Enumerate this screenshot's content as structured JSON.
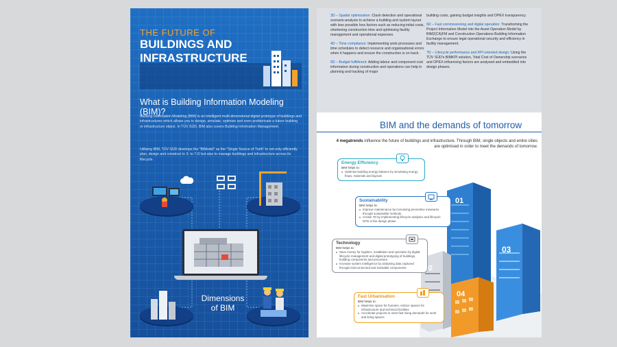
{
  "left": {
    "title": {
      "line1": "THE  FUTURE OF",
      "line2": "BUILDINGS AND",
      "line3": "INFRASTRUCTURE"
    },
    "heading": "What is Building Information Modeling (BIM)?",
    "para1": "Building Information Modeling (BIM)  is an intelligent multi-dimensional digital prototype of buildings and infrastructures which allows you to design, simulate, optimise and even prefabricate a future building or infrastructure object. In TÜV SÜD, BIM also covers Building Information Management.",
    "para2": "Utilising BIM, TÜV SÜD develops the \"BIModel\" as the \"Single Source of Truth\" to not only efficiently plan, design and construct in 3- to 7-D but also to manage buildings and infrastructure across its lifecycle.",
    "dimensions_line1": "Dimensions",
    "dimensions_line2": "of BIM"
  },
  "right": {
    "col1": [
      {
        "key": "3D",
        "label": "Spatial optimisation:",
        "text": "Clash detection and operational scenario-analysis to achieve a building and system layout with less possible loss factors such as reducing initial costs, shortening construction time and optimising facility management and operational expenses."
      },
      {
        "key": "4D",
        "label": "Time compliance:",
        "text": "Implementing work processes and time schedules to detect resource and organisational errors when it happens and ensure the construction is on track."
      },
      {
        "key": "5D",
        "label": "Budget fulfillment:",
        "text": "Adding labour and component cost information during construction and operations can help in planning and tracking of major"
      }
    ],
    "col2_lead": "building costs, gaining budget insights and OPEX transparency.",
    "col2": [
      {
        "key": "6D",
        "label": "Fast commissioning and digital operation:",
        "text": "Transforming the Project Information Model into the Asset Operation Model by BIM2(CA)FM and Construction Operations Building Information Exchange to ensure legal operational security and efficiency in facility management."
      },
      {
        "key": "7D",
        "label": "Lifecycle performance and KPI-oriented design:",
        "text": "Using the TÜV SÜD's BIMKPI solution, Total Cost of Ownership scenarios and OPEX-influencing factors are analysed and embedded into design phases."
      }
    ],
    "bim_title": "BIM and the demands of tomorrow",
    "intro_bold": "4 megatrends",
    "intro_rest": " influence the future of buildings and infrastructure. Through BIM, single objects and entire cities are optimised in order to meet the demands of tomorrow.",
    "cards": [
      {
        "title": "Energy Efficiency",
        "help": "BIM helps to:",
        "items": [
          "Optimise building energy balance by simulating energy flows, materials and layouts"
        ]
      },
      {
        "title": "Sustainability",
        "help": "BIM helps to:",
        "items": [
          "Improve maintenance by increasing preventive measures through sustainable methods",
          "Create 7D by implementing lifecycle analytics and lifecycle KPIs in the design phase"
        ]
      },
      {
        "title": "Technology",
        "help": "BIM helps to:",
        "items": [
          "Save money for logistics, installation and operation by digital lifecycle management and digital prototyping of buildings, building components and processes",
          "Increase system intelligence by analysing data captured through interconnected and trackable components"
        ]
      },
      {
        "title": "Fast Urbanisation",
        "help": "BIM helps to:",
        "items": [
          "Maximise space for humans, reduce spaces for infrastructure and technical facilities",
          "Accelerate projects to meet fast rising demands for work and living spaces"
        ]
      }
    ],
    "building_numbers": [
      "01",
      "02",
      "03",
      "04"
    ]
  },
  "colors": {
    "left_bg": "#1a5fb0",
    "accent_orange": "#f4a32a",
    "accent_blue": "#1a63b8",
    "energy": "#27a5c4",
    "sustainability": "#2a72c0",
    "technology": "#8a8f98",
    "urbanisation": "#f0a21e"
  },
  "icons": [
    "cloud-icon",
    "monitor-icon",
    "crane-building-icon",
    "laptop-icon",
    "city-icon",
    "engineers-icon",
    "leaf-icon",
    "chart-icon",
    "gear-icon",
    "lamp-icon"
  ]
}
